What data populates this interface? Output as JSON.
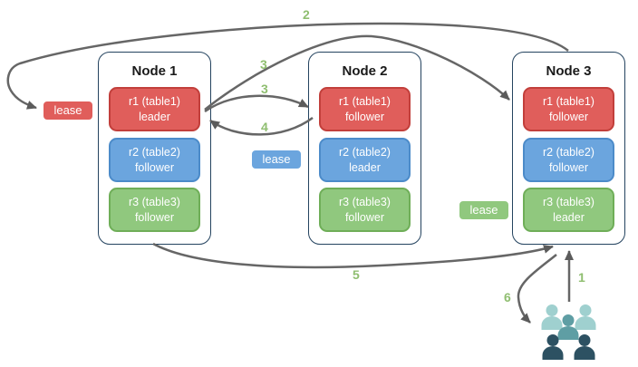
{
  "nodes": [
    {
      "title": "Node 1",
      "replicas": [
        {
          "name": "r1 (table1)",
          "role": "leader"
        },
        {
          "name": "r2 (table2)",
          "role": "follower"
        },
        {
          "name": "r3 (table3)",
          "role": "follower"
        }
      ]
    },
    {
      "title": "Node 2",
      "replicas": [
        {
          "name": "r1 (table1)",
          "role": "follower"
        },
        {
          "name": "r2 (table2)",
          "role": "leader"
        },
        {
          "name": "r3 (table3)",
          "role": "follower"
        }
      ]
    },
    {
      "title": "Node 3",
      "replicas": [
        {
          "name": "r1 (table1)",
          "role": "follower"
        },
        {
          "name": "r2 (table2)",
          "role": "follower"
        },
        {
          "name": "r3 (table3)",
          "role": "leader"
        }
      ]
    }
  ],
  "leases": [
    {
      "label": "lease",
      "color": "red"
    },
    {
      "label": "lease",
      "color": "blue"
    },
    {
      "label": "lease",
      "color": "green"
    }
  ],
  "steps": [
    {
      "label": "1"
    },
    {
      "label": "2"
    },
    {
      "label": "3"
    },
    {
      "label": "3"
    },
    {
      "label": "4"
    },
    {
      "label": "5"
    },
    {
      "label": "6"
    }
  ],
  "icons": {
    "clients": "users-group-icon"
  },
  "colors": {
    "red-fill": "#E05E5B",
    "red-border": "#C23F3B",
    "blue-fill": "#6BA5DE",
    "blue-border": "#4C8BC9",
    "green-fill": "#90C87E",
    "green-border": "#6FAE58",
    "node-border": "#24435F",
    "arrow": "#666666",
    "arrow-head": "#5B5B5B",
    "step-label": "#8FBE70",
    "people-light": "#9FD0CF",
    "people-mid": "#5F9EA4",
    "people-dark": "#2D5162"
  }
}
